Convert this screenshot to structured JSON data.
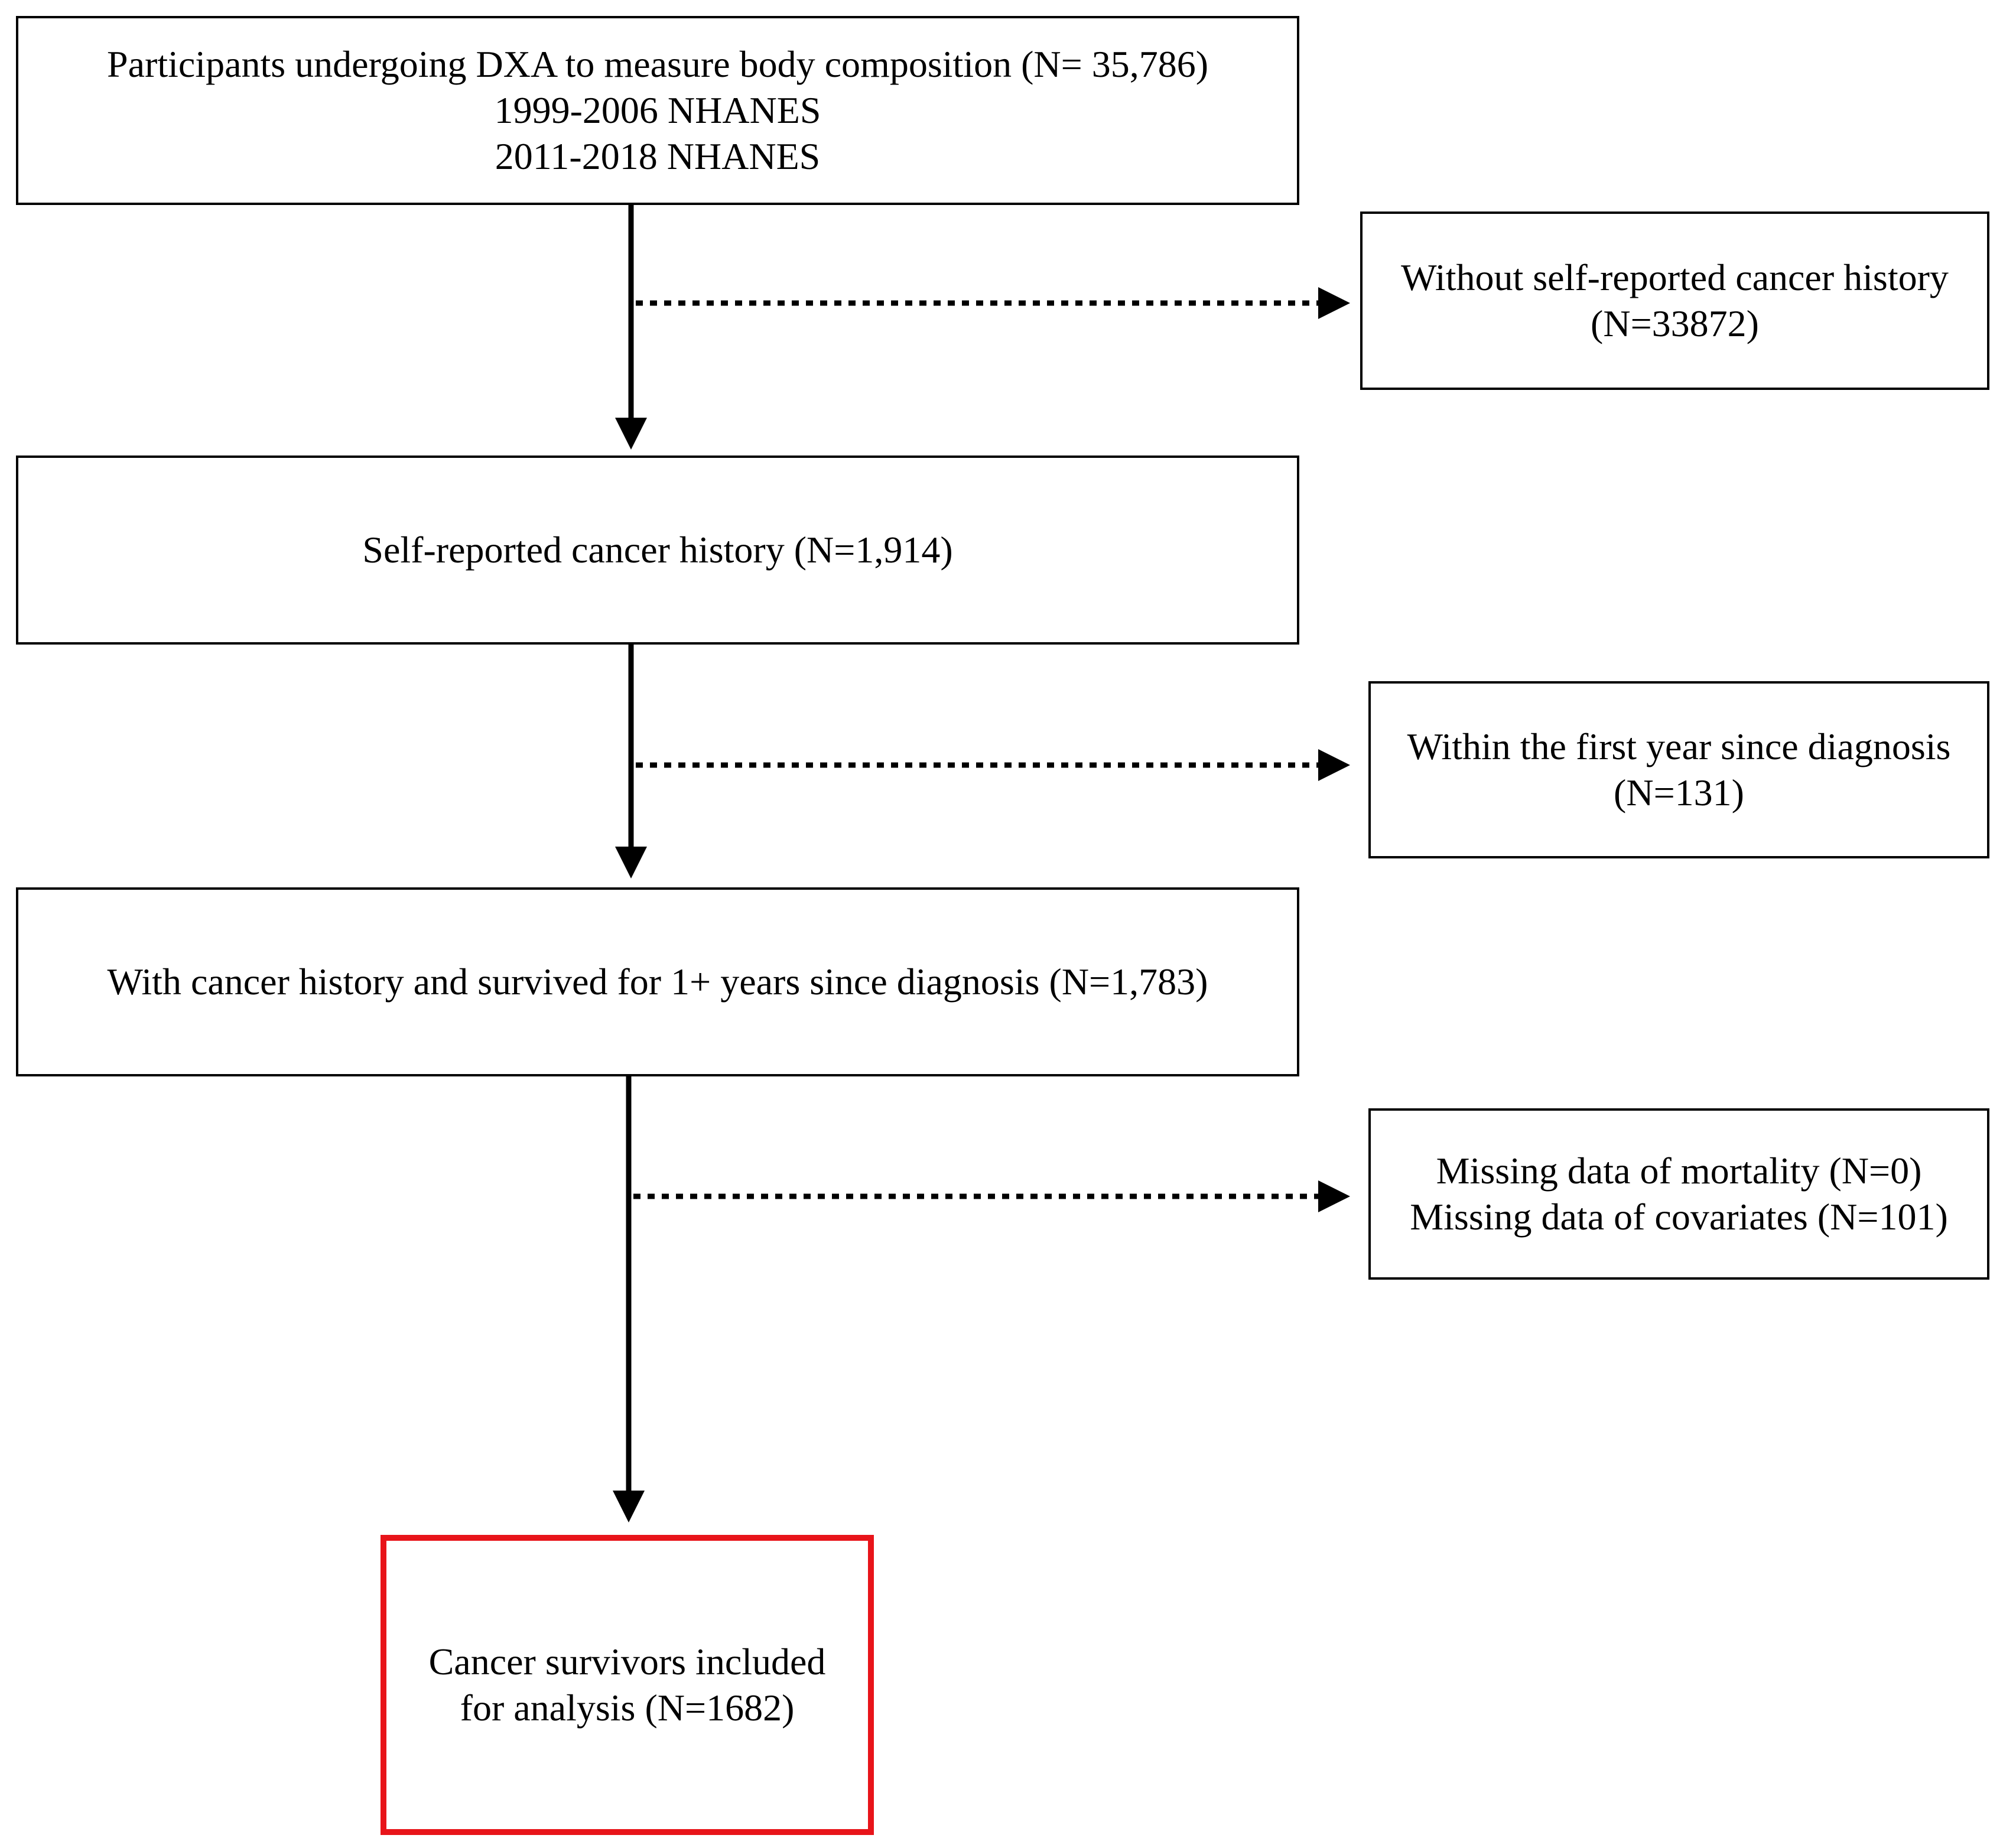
{
  "flowchart": {
    "main_boxes": [
      {
        "id": "participants",
        "lines": [
          "Participants undergoing DXA to measure body composition (N= 35,786)",
          "1999-2006 NHANES",
          "2011-2018 NHANES"
        ]
      },
      {
        "id": "self-reported",
        "lines": [
          "Self-reported cancer history (N=1,914)"
        ]
      },
      {
        "id": "survived",
        "lines": [
          "With cancer history and survived for 1+ years since diagnosis (N=1,783)"
        ]
      },
      {
        "id": "final",
        "lines": [
          "Cancer survivors included",
          "for analysis (N=1682)"
        ]
      }
    ],
    "exclusion_boxes": [
      {
        "id": "without-history",
        "lines": [
          "Without self-reported cancer history",
          "(N=33872)"
        ]
      },
      {
        "id": "first-year",
        "lines": [
          "Within the first year since diagnosis",
          "(N=131)"
        ]
      },
      {
        "id": "missing",
        "lines": [
          "Missing data of mortality (N=0)",
          "Missing data of covariates (N=101)"
        ]
      }
    ],
    "colors": {
      "line": "#000000",
      "final_border": "#e8141a"
    }
  }
}
